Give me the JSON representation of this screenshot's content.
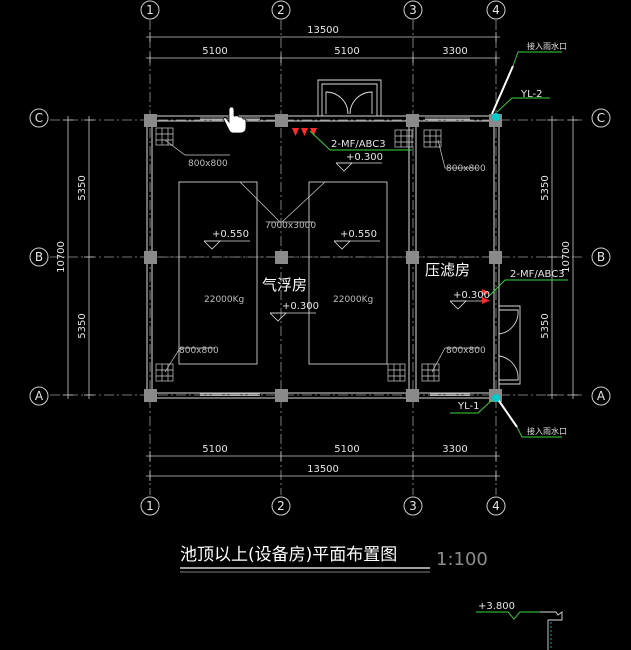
{
  "grid": {
    "columns": [
      "1",
      "2",
      "3",
      "4"
    ],
    "rows": [
      "C",
      "B",
      "A"
    ]
  },
  "dimensions": {
    "total": "13500",
    "spans": [
      "5100",
      "5100",
      "3300"
    ],
    "total_vertical": "10700",
    "vertical_spans": [
      "5350",
      "5350"
    ]
  },
  "rooms": {
    "flotation": "气浮房",
    "filter": "压滤房"
  },
  "labels": {
    "extinguisher_top": "2-MF/ABC3",
    "extinguisher_right": "2-MF/ABC3",
    "pipe_top": "YL-2",
    "pipe_bottom": "YL-1",
    "connect_top": "接入雨水口",
    "connect_bottom": "接入雨水口",
    "opening_tl": "800x800",
    "opening_tr": "800x800",
    "opening_bl": "800x800",
    "opening_br": "800x800",
    "equip_center": "7000x3000",
    "weight_left": "22000Kg",
    "weight_right": "22000Kg"
  },
  "elevations": {
    "e1": "+0.300",
    "e2": "+0.550",
    "e3": "+0.550",
    "e4": "+0.300",
    "e5": "+0.300",
    "roof": "+3.800"
  },
  "drawing": {
    "title": "池顶以上(设备房)平面布置图",
    "scale": "1:100"
  }
}
